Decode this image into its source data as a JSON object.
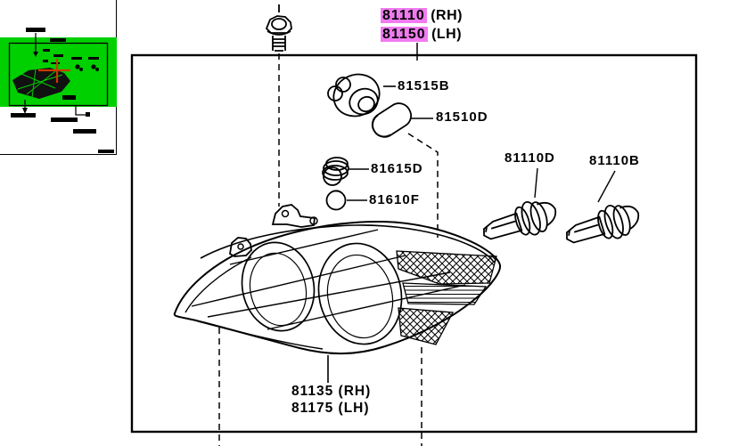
{
  "colors": {
    "background": "#ffffff",
    "line": "#000000",
    "highlight_pink": "#f07bf0",
    "highlight_green": "#00cf00",
    "crosshair_orange": "#cc3a00"
  },
  "header": {
    "rh": {
      "number": "81110",
      "side": "(RH)"
    },
    "lh": {
      "number": "81150",
      "side": "(LH)"
    }
  },
  "parts": {
    "socket_side": "81515B",
    "bulb_side": "81510D",
    "socket_signal": "81615D",
    "bulb_signal": "81610F",
    "bulb_headlamp_inner": "81110D",
    "bulb_headlamp_outer": "81110B"
  },
  "assembly": {
    "rh": "81135 (RH)",
    "lh": "81175 (LH)"
  }
}
